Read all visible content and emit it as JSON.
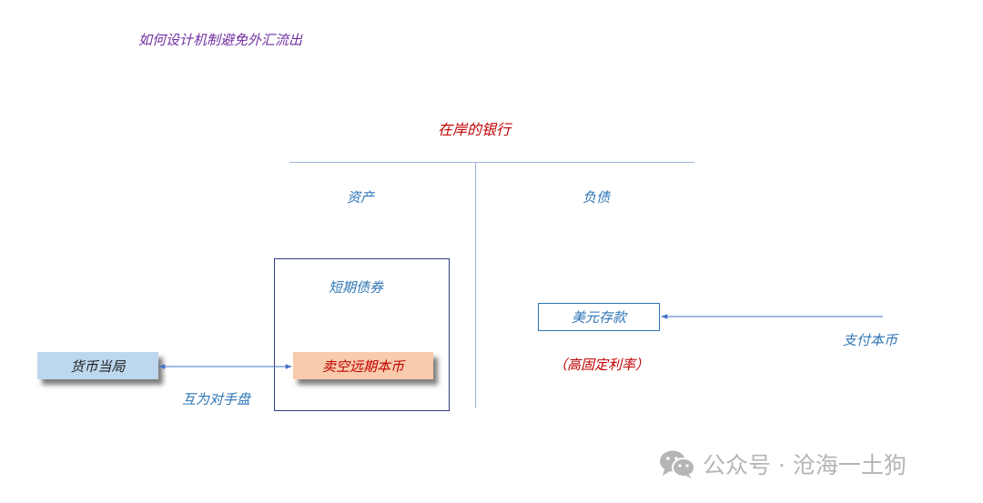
{
  "slide_title": "如何设计机制避免外汇流出",
  "bank_title": "在岸的银行",
  "columns": {
    "assets": "资产",
    "liabilities": "负债"
  },
  "asset_box": {
    "label": "短期债券",
    "sell_forward": "卖空远期本币"
  },
  "central_bank": {
    "label": "货币当局",
    "relation": "互为对手盘"
  },
  "liability": {
    "usd_deposit": "美元存款",
    "rate_note": "（高固定利率）",
    "payment": "支付本币"
  },
  "watermark": {
    "icon": "wechat-icon",
    "text": "公众号 · 沧海一土狗"
  }
}
